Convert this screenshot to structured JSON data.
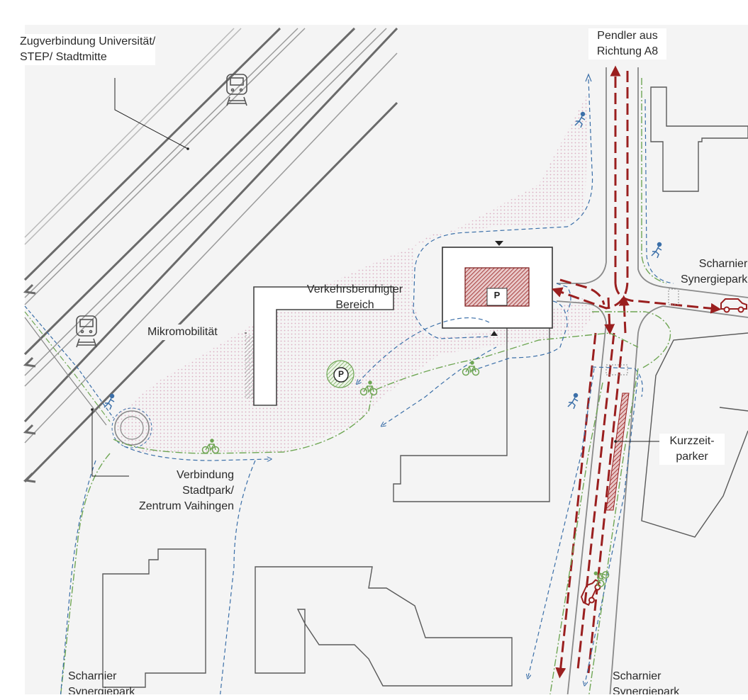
{
  "labels": {
    "zugverbindung": "Zugverbindung Universität/\nSTEP/ Stadtmitte",
    "pendler": "Pendler aus\nRichtung A8",
    "scharnier_right": "Scharnier\nSynergiepark",
    "verkehrsberuhigt": "Verkehrsberuhigter\nBereich",
    "mikromobilitaet": "Mikromobilität",
    "kurzzeitparker": "Kurzzeit-\nparker",
    "verbindung": "Verbindung\nStadtpark/\nZentrum Vaihingen",
    "scharnier_bottom_left": "Scharnier\nSynergiepark",
    "scharnier_bottom_right": "Scharnier\nSynergiepark",
    "parking_big": "P",
    "parking_small": "P"
  },
  "colors": {
    "car_route": "#9a1f1f",
    "bike_route": "#6fa654",
    "pedestrian_route": "#3b6fa8",
    "traffic_calmed_zone": "#e8c6d6",
    "buildings": "#555555",
    "rail": "#6a6a6a",
    "map_background": "#f4f4f4"
  },
  "icons": [
    "train-icon",
    "pedestrian-icon",
    "bicycle-icon",
    "car-icon",
    "parking-icon"
  ]
}
